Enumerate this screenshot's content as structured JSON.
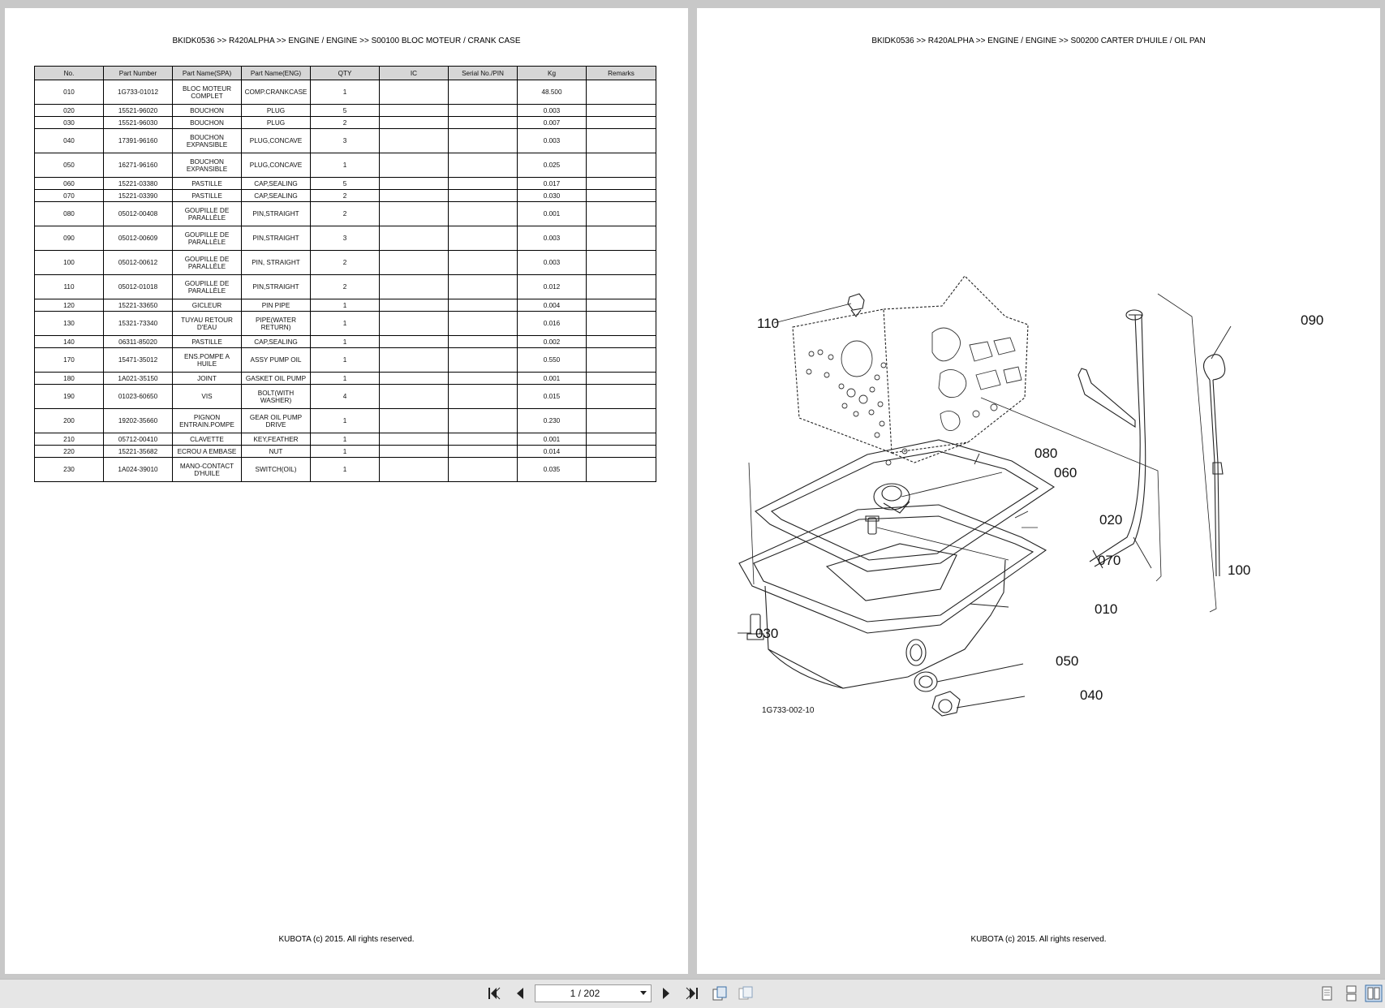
{
  "left_page": {
    "header": "BKIDK0536 >> R420ALPHA >> ENGINE / ENGINE >> S00100   BLOC MOTEUR / CRANK CASE",
    "footer": "KUBOTA (c) 2015. All rights reserved.",
    "table": {
      "columns": [
        "No.",
        "Part Number",
        "Part Name(SPA)",
        "Part Name(ENG)",
        "QTY",
        "IC",
        "Serial No./PIN",
        "Kg",
        "Remarks"
      ],
      "rows": [
        {
          "no": "010",
          "part_number": "1G733-01012",
          "name_spa": [
            "BLOC MOTEUR",
            "COMPLET"
          ],
          "name_eng": [
            "COMP.CRANKCASE"
          ],
          "qty": "1",
          "ic": "",
          "serial": "",
          "kg": "48.500",
          "remarks": ""
        },
        {
          "no": "020",
          "part_number": "15521-96020",
          "name_spa": [
            "BOUCHON"
          ],
          "name_eng": [
            "PLUG"
          ],
          "qty": "5",
          "ic": "",
          "serial": "",
          "kg": "0.003",
          "remarks": ""
        },
        {
          "no": "030",
          "part_number": "15521-96030",
          "name_spa": [
            "BOUCHON"
          ],
          "name_eng": [
            "PLUG"
          ],
          "qty": "2",
          "ic": "",
          "serial": "",
          "kg": "0.007",
          "remarks": ""
        },
        {
          "no": "040",
          "part_number": "17391-96160",
          "name_spa": [
            "BOUCHON",
            "EXPANSIBLE"
          ],
          "name_eng": [
            "PLUG,CONCAVE"
          ],
          "qty": "3",
          "ic": "",
          "serial": "",
          "kg": "0.003",
          "remarks": ""
        },
        {
          "no": "050",
          "part_number": "16271-96160",
          "name_spa": [
            "BOUCHON",
            "EXPANSIBLE"
          ],
          "name_eng": [
            "PLUG,CONCAVE"
          ],
          "qty": "1",
          "ic": "",
          "serial": "",
          "kg": "0.025",
          "remarks": ""
        },
        {
          "no": "060",
          "part_number": "15221-03380",
          "name_spa": [
            "PASTILLE"
          ],
          "name_eng": [
            "CAP,SEALING"
          ],
          "qty": "5",
          "ic": "",
          "serial": "",
          "kg": "0.017",
          "remarks": ""
        },
        {
          "no": "070",
          "part_number": "15221-03390",
          "name_spa": [
            "PASTILLE"
          ],
          "name_eng": [
            "CAP,SEALING"
          ],
          "qty": "2",
          "ic": "",
          "serial": "",
          "kg": "0.030",
          "remarks": ""
        },
        {
          "no": "080",
          "part_number": "05012-00408",
          "name_spa": [
            "GOUPILLE DE",
            "PARALLÈLE"
          ],
          "name_eng": [
            "PIN,STRAIGHT"
          ],
          "qty": "2",
          "ic": "",
          "serial": "",
          "kg": "0.001",
          "remarks": ""
        },
        {
          "no": "090",
          "part_number": "05012-00609",
          "name_spa": [
            "GOUPILLE DE",
            "PARALLÈLE"
          ],
          "name_eng": [
            "PIN,STRAIGHT"
          ],
          "qty": "3",
          "ic": "",
          "serial": "",
          "kg": "0.003",
          "remarks": ""
        },
        {
          "no": "100",
          "part_number": "05012-00612",
          "name_spa": [
            "GOUPILLE DE",
            "PARALLÈLE"
          ],
          "name_eng": [
            "PIN, STRAIGHT"
          ],
          "qty": "2",
          "ic": "",
          "serial": "",
          "kg": "0.003",
          "remarks": ""
        },
        {
          "no": "110",
          "part_number": "05012-01018",
          "name_spa": [
            "GOUPILLE DE",
            "PARALLÈLE"
          ],
          "name_eng": [
            "PIN,STRAIGHT"
          ],
          "qty": "2",
          "ic": "",
          "serial": "",
          "kg": "0.012",
          "remarks": ""
        },
        {
          "no": "120",
          "part_number": "15221-33650",
          "name_spa": [
            "GICLEUR"
          ],
          "name_eng": [
            "PIN PIPE"
          ],
          "qty": "1",
          "ic": "",
          "serial": "",
          "kg": "0.004",
          "remarks": ""
        },
        {
          "no": "130",
          "part_number": "15321-73340",
          "name_spa": [
            "TUYAU RETOUR",
            "D'EAU"
          ],
          "name_eng": [
            "PIPE(WATER",
            "RETURN)"
          ],
          "qty": "1",
          "ic": "",
          "serial": "",
          "kg": "0.016",
          "remarks": ""
        },
        {
          "no": "140",
          "part_number": "06311-85020",
          "name_spa": [
            "PASTILLE"
          ],
          "name_eng": [
            "CAP,SEALING"
          ],
          "qty": "1",
          "ic": "",
          "serial": "",
          "kg": "0.002",
          "remarks": ""
        },
        {
          "no": "170",
          "part_number": "15471-35012",
          "name_spa": [
            "ENS.POMPE A",
            "HUILE"
          ],
          "name_eng": [
            "ASSY PUMP OIL"
          ],
          "qty": "1",
          "ic": "",
          "serial": "",
          "kg": "0.550",
          "remarks": ""
        },
        {
          "no": "180",
          "part_number": "1A021-35150",
          "name_spa": [
            "JOINT"
          ],
          "name_eng": [
            "GASKET OIL PUMP"
          ],
          "qty": "1",
          "ic": "",
          "serial": "",
          "kg": "0.001",
          "remarks": ""
        },
        {
          "no": "190",
          "part_number": "01023-60650",
          "name_spa": [
            "VIS"
          ],
          "name_eng": [
            "BOLT(WITH",
            "WASHER)"
          ],
          "qty": "4",
          "ic": "",
          "serial": "",
          "kg": "0.015",
          "remarks": ""
        },
        {
          "no": "200",
          "part_number": "19202-35660",
          "name_spa": [
            "PIGNON",
            "ENTRAIN.POMPE"
          ],
          "name_eng": [
            "GEAR OIL PUMP",
            "DRIVE"
          ],
          "qty": "1",
          "ic": "",
          "serial": "",
          "kg": "0.230",
          "remarks": ""
        },
        {
          "no": "210",
          "part_number": "05712-00410",
          "name_spa": [
            "CLAVETTE"
          ],
          "name_eng": [
            "KEY,FEATHER"
          ],
          "qty": "1",
          "ic": "",
          "serial": "",
          "kg": "0.001",
          "remarks": ""
        },
        {
          "no": "220",
          "part_number": "15221-35682",
          "name_spa": [
            "ECROU A EMBASE"
          ],
          "name_eng": [
            "NUT"
          ],
          "qty": "1",
          "ic": "",
          "serial": "",
          "kg": "0.014",
          "remarks": ""
        },
        {
          "no": "230",
          "part_number": "1A024-39010",
          "name_spa": [
            "MANO-CONTACT",
            "D'HUILE"
          ],
          "name_eng": [
            "SWITCH(OIL)"
          ],
          "qty": "1",
          "ic": "",
          "serial": "",
          "kg": "0.035",
          "remarks": ""
        }
      ]
    }
  },
  "right_page": {
    "header": "BKIDK0536 >> R420ALPHA >> ENGINE / ENGINE >> S00200   CARTER D'HUILE / OIL PAN",
    "footer": "KUBOTA (c) 2015. All rights reserved.",
    "figure_id": "1G733-002-10",
    "callouts": [
      "110",
      "090",
      "080",
      "060",
      "020",
      "070",
      "100",
      "010",
      "030",
      "050",
      "040"
    ]
  },
  "toolbar": {
    "page_indicator": "1 / 202",
    "icons": [
      "first-page-icon",
      "previous-page-icon",
      "next-page-icon",
      "last-page-icon",
      "fit-page-icon",
      "fit-width-icon",
      "single-page-view-icon",
      "continuous-view-icon",
      "facing-pages-view-icon"
    ]
  }
}
